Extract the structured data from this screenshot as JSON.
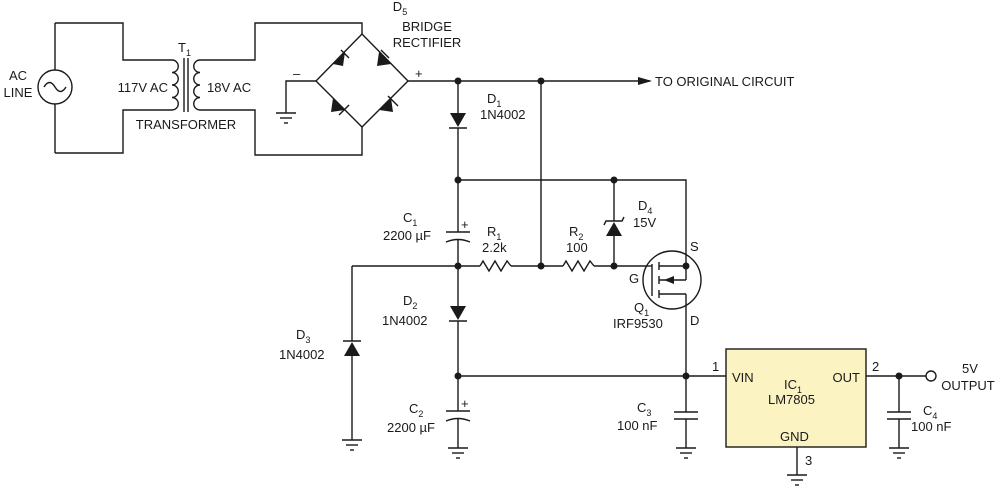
{
  "source": {
    "ac": "AC",
    "line": "LINE"
  },
  "transformer": {
    "ref": "T",
    "ref_sub": "1",
    "primary": "117V AC",
    "secondary": "18V AC",
    "label": "TRANSFORMER"
  },
  "bridge": {
    "ref": "D",
    "ref_sub": "5",
    "line1": "BRIDGE",
    "line2": "RECTIFIER",
    "minus": "–",
    "plus": "+"
  },
  "to_circuit": "TO ORIGINAL CIRCUIT",
  "d1": {
    "ref": "D",
    "ref_sub": "1",
    "part": "1N4002"
  },
  "c1": {
    "ref": "C",
    "ref_sub": "1",
    "value": "2200 µF",
    "plus": "+"
  },
  "r1": {
    "ref": "R",
    "ref_sub": "1",
    "value": "2.2k"
  },
  "r2": {
    "ref": "R",
    "ref_sub": "2",
    "value": "100"
  },
  "d4": {
    "ref": "D",
    "ref_sub": "4",
    "value": "15V"
  },
  "q1": {
    "ref": "Q",
    "ref_sub": "1",
    "part": "IRF9530",
    "pin_s": "S",
    "pin_g": "G",
    "pin_d": "D"
  },
  "d2": {
    "ref": "D",
    "ref_sub": "2",
    "part": "1N4002"
  },
  "d3": {
    "ref": "D",
    "ref_sub": "3",
    "part": "1N4002"
  },
  "c2": {
    "ref": "C",
    "ref_sub": "2",
    "value": "2200 µF",
    "plus": "+"
  },
  "c3": {
    "ref": "C",
    "ref_sub": "3",
    "value": "100 nF"
  },
  "ic1": {
    "ref": "IC",
    "ref_sub": "1",
    "part": "LM7805",
    "vin": "VIN",
    "out": "OUT",
    "gnd": "GND",
    "pin1": "1",
    "pin2": "2",
    "pin3": "3",
    "fill": "#FBF3C2"
  },
  "c4": {
    "ref": "C",
    "ref_sub": "4",
    "value": "100 nF"
  },
  "output": {
    "line1": "5V",
    "line2": "OUTPUT"
  }
}
